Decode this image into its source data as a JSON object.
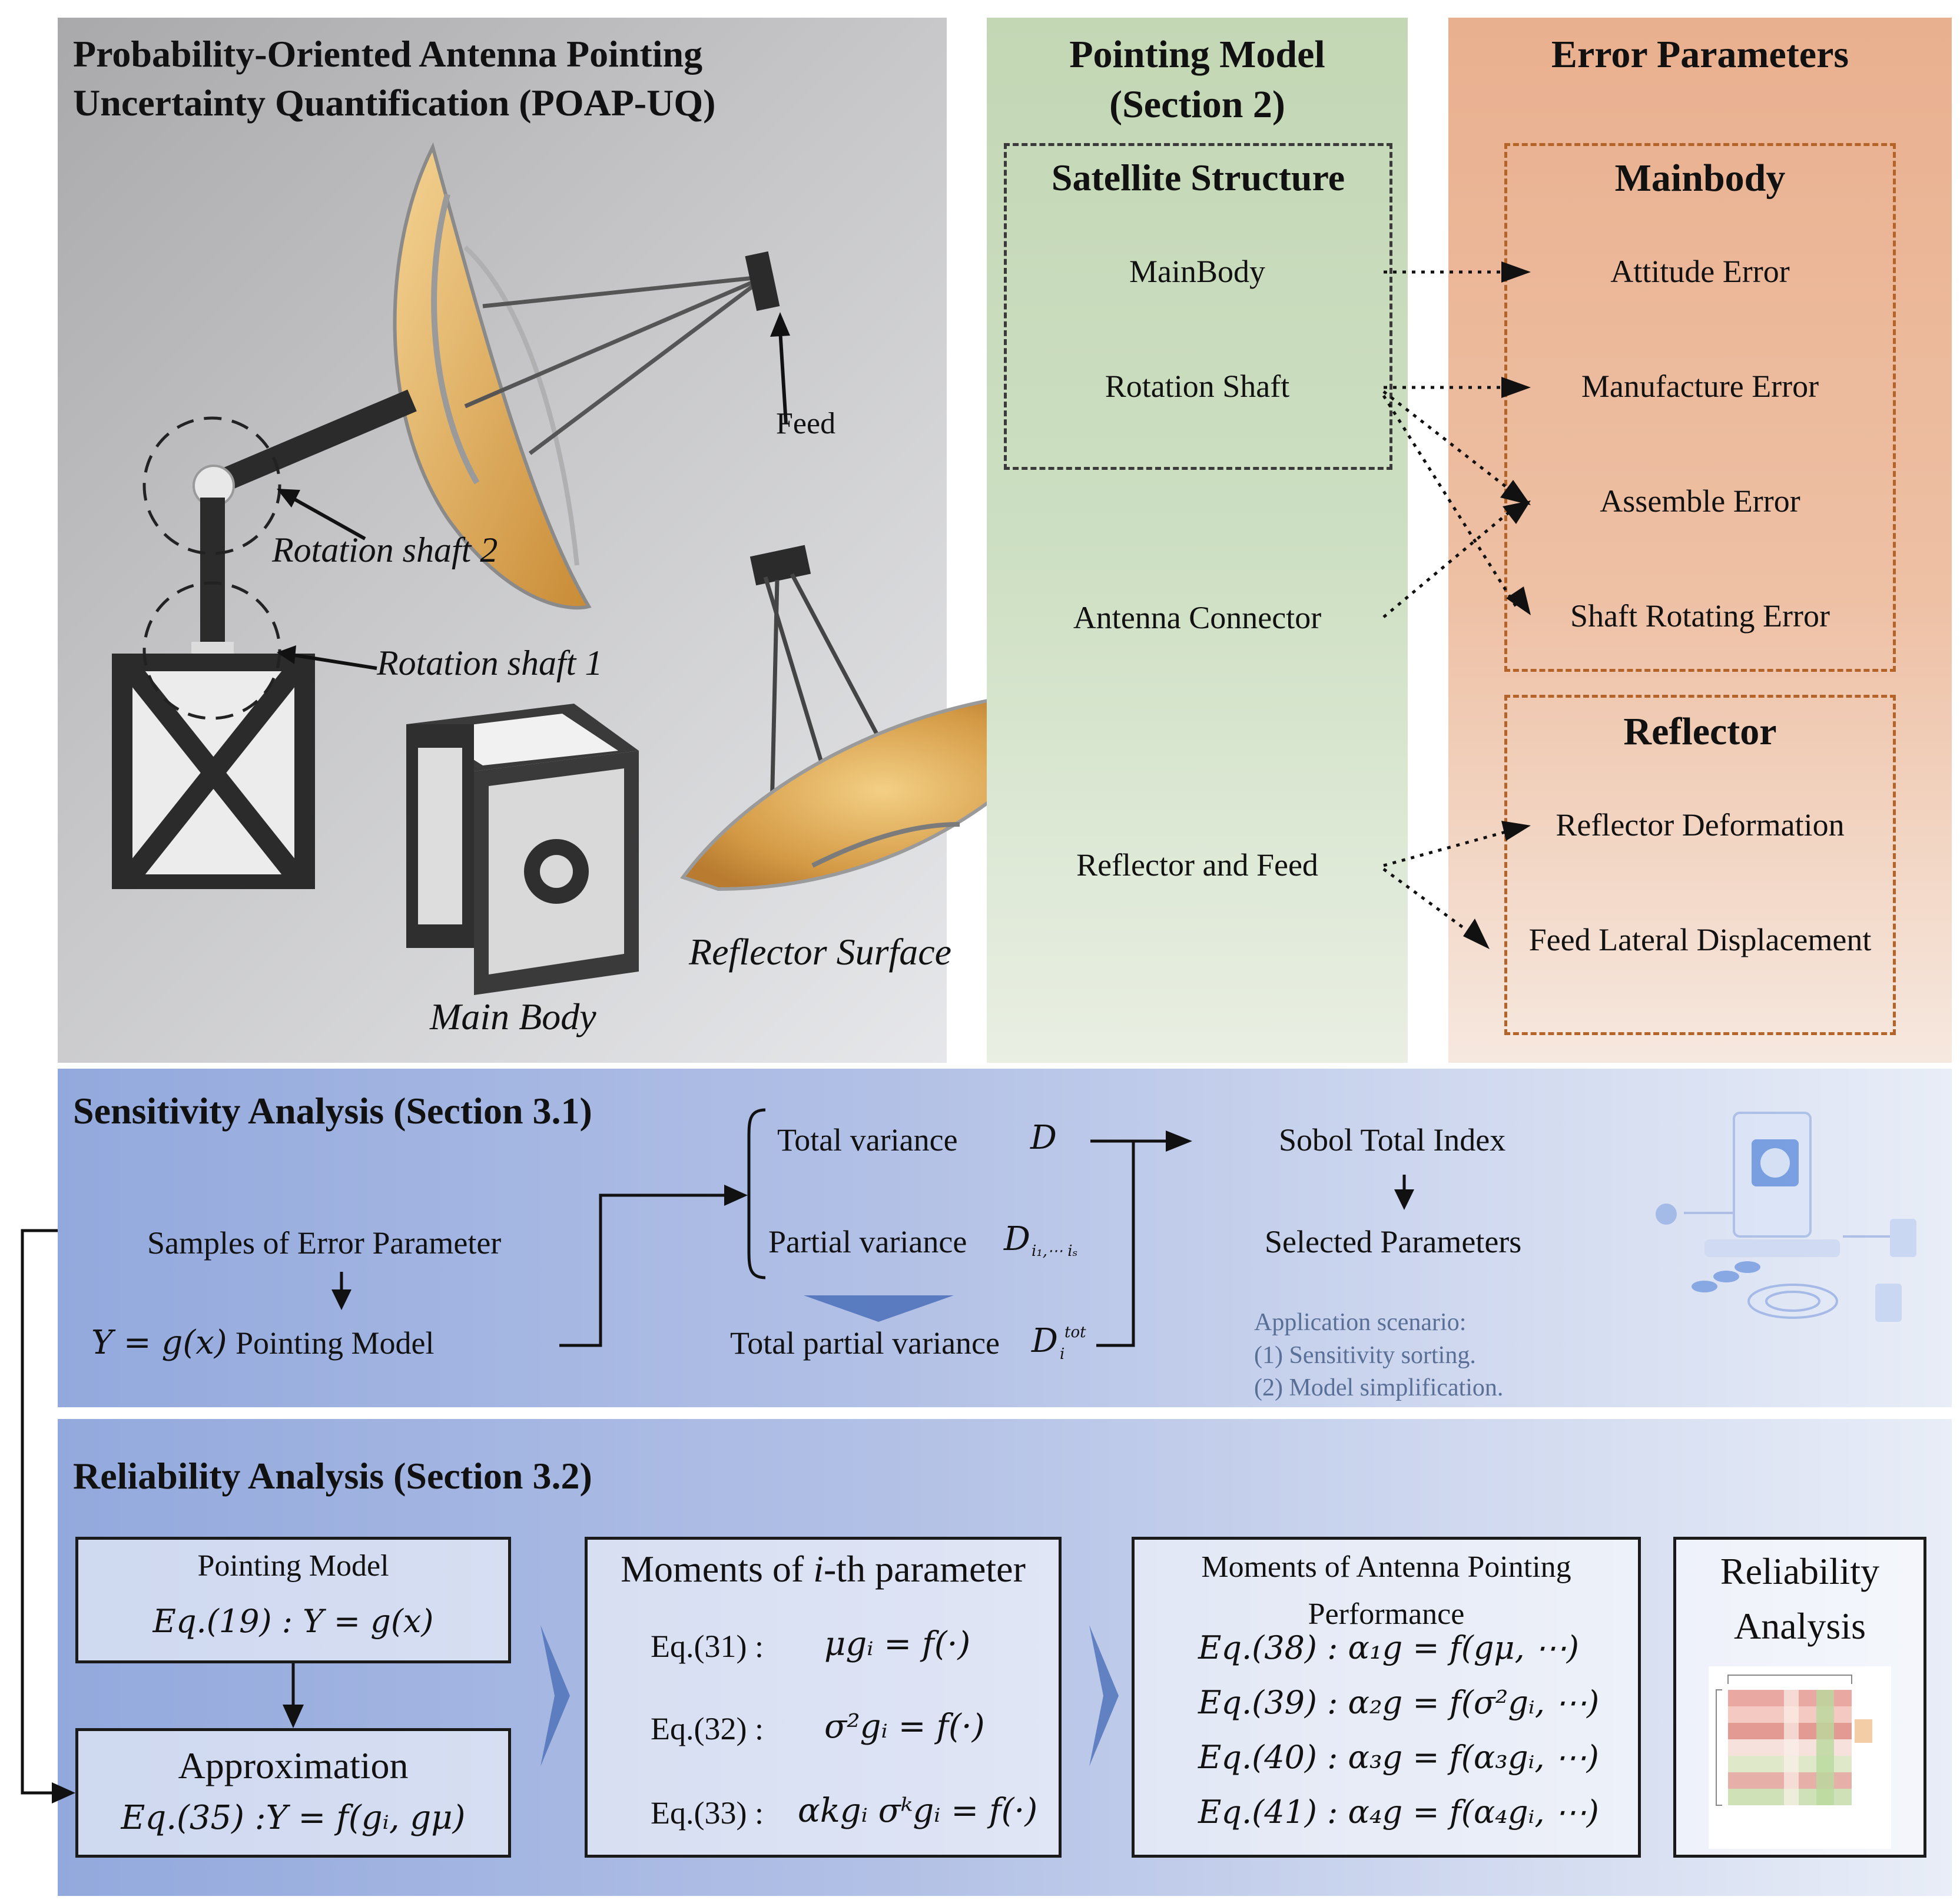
{
  "top": {
    "title_line1": "Probability-Oriented Antenna Pointing",
    "title_line2": "Uncertainty Quantification (POAP-UQ)",
    "labels": {
      "feed": "Feed",
      "rotation_shaft_2": "Rotation shaft 2",
      "rotation_shaft_1": "Rotation shaft 1",
      "reflector_surface": "Reflector Surface",
      "main_body": "Main Body"
    }
  },
  "pointing_model": {
    "title_line1": "Pointing Model",
    "title_line2": "(Section 2)",
    "satellite_structure": "Satellite Structure",
    "mainbody": "MainBody",
    "rotation_shaft": "Rotation Shaft",
    "antenna_connector": "Antenna Connector",
    "reflector_and_feed": "Reflector and Feed"
  },
  "error_parameters": {
    "title": "Error Parameters",
    "mainbody_title": "Mainbody",
    "attitude_error": "Attitude Error",
    "manufacture_error": "Manufacture Error",
    "assemble_error": "Assemble Error",
    "shaft_rotating_error": "Shaft Rotating Error",
    "reflector_title": "Reflector",
    "reflector_deformation": "Reflector Deformation",
    "feed_lateral_displacement": "Feed Lateral Displacement"
  },
  "sensitivity": {
    "title": "Sensitivity Analysis (Section 3.1)",
    "samples": "Samples of  Error Parameter",
    "pointing_model_eq": "Y = g(x)",
    "pointing_model_label": "Pointing Model",
    "total_variance": "Total variance",
    "total_variance_sym": "D",
    "partial_variance": "Partial variance",
    "partial_variance_sym": "D",
    "partial_variance_sub": "i₁,⋯ iₛ",
    "total_partial_variance": "Total partial variance",
    "total_partial_sym": "D",
    "total_partial_sup": "tot",
    "total_partial_sub": "i",
    "sobol": "Sobol Total Index",
    "selected": "Selected Parameters",
    "app_title": "Application scenario:",
    "app_1": "(1) Sensitivity sorting.",
    "app_2": "(2) Model simplification."
  },
  "reliability": {
    "title": "Reliability Analysis (Section 3.2)",
    "box1_title": "Pointing Model",
    "box1_eq": "Eq.(19) :  Y = g(x)",
    "box2_title": "Approximation",
    "box2_eq": "Eq.(35) :Y = f(gᵢ, gμ)",
    "box3_title_pre": "Moments of ",
    "box3_title_i": "i",
    "box3_title_post": "-th parameter",
    "box3_eq31_label": "Eq.(31) :",
    "box3_eq31": "μgᵢ = f(·)",
    "box3_eq32_label": "Eq.(32) :",
    "box3_eq32": "σ²gᵢ = f(·)",
    "box3_eq33_label": "Eq.(33) :",
    "box3_eq33": "αkgᵢ σᵏgᵢ = f(·)",
    "box4_title_line1": "Moments of Antenna Pointing",
    "box4_title_line2": "Performance",
    "box4_eq38": "Eq.(38) : α₁g = f(gμ, ⋯)",
    "box4_eq39": "Eq.(39) : α₂g = f(σ²gᵢ, ⋯)",
    "box4_eq40": "Eq.(40) : α₃g = f(α₃gᵢ, ⋯)",
    "box4_eq41": "Eq.(41) : α₄g = f(α₄gᵢ, ⋯)",
    "box5_title_line1": "Reliability",
    "box5_title_line2": "Analysis"
  },
  "colors": {
    "top_left_bg": "#b9b9bb",
    "pointing_bg": "#c6d9b9",
    "error_bg": "#ecb79a",
    "lower_bg": "#9fb1df",
    "dash_dark": "#3a3a3a",
    "dash_orange": "#b46428"
  },
  "icons": [
    "satellite-antenna-illustration",
    "cubesat-frame-illustration",
    "reflector-dish-illustration",
    "server-globe-icon",
    "heatmap-thumbnail-icon"
  ]
}
